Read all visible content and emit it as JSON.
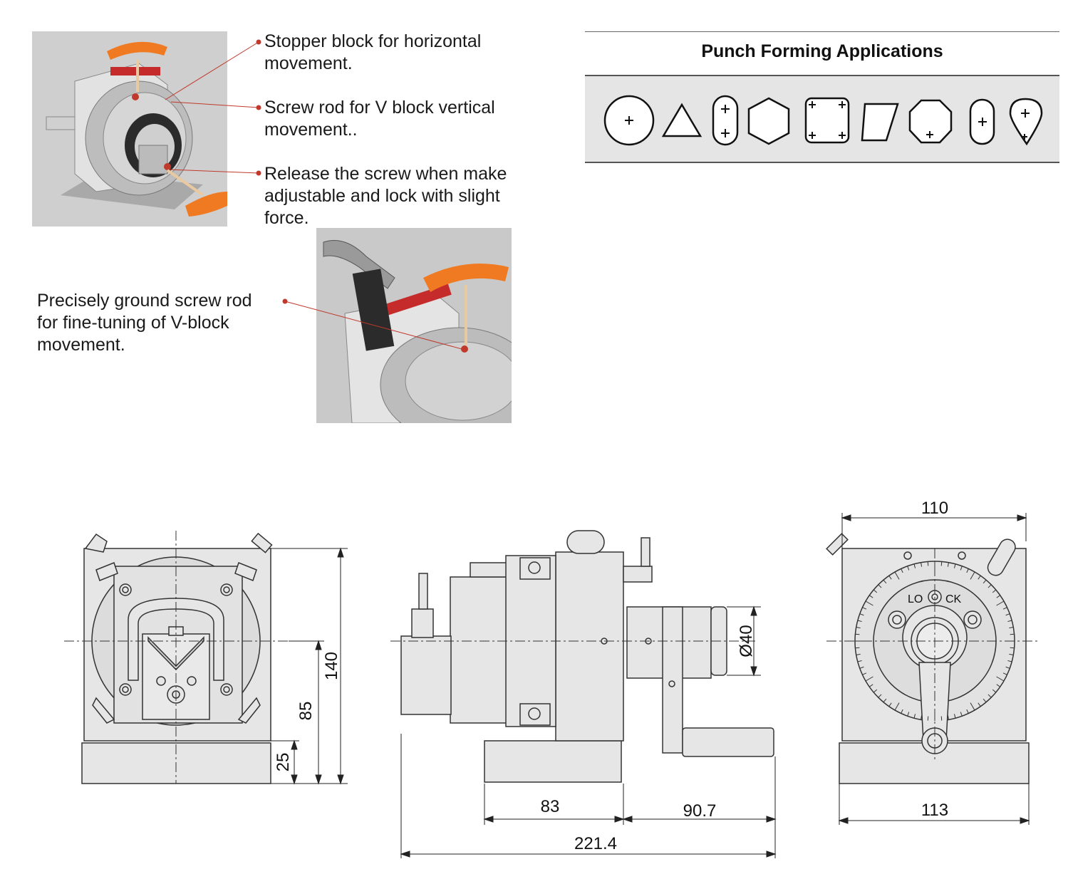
{
  "callouts": {
    "stopper": [
      "Stopper block for horizontal",
      "movement."
    ],
    "screw_rod": [
      "Screw rod for V block vertical",
      "movement.."
    ],
    "release": [
      "Release the screw when make",
      "adjustable and lock with slight",
      "force."
    ],
    "precise": [
      "Precisely ground screw rod",
      "for fine-tuning of V-block",
      "movement."
    ]
  },
  "applications": {
    "title": "Punch Forming Applications",
    "shapes": [
      "circle-icon",
      "triangle-icon",
      "obround-icon",
      "hexagon-icon",
      "rounded-square-icon",
      "trapezoid-icon",
      "octagon-icon",
      "small-obround-icon",
      "teardrop-icon"
    ]
  },
  "drawing": {
    "front": {
      "height_total": "140",
      "height_center": "85",
      "height_base": "25"
    },
    "side": {
      "diameter": "Ø40",
      "len_base": "83",
      "len_handle": "90.7",
      "len_total": "221.4"
    },
    "rear": {
      "width_top": "110",
      "width_base": "113",
      "lock_left": "LO",
      "lock_right": "CK"
    }
  },
  "colors": {
    "accent_red": "#c0392b",
    "drawing_fill": "#e6e6e6",
    "orange": "#f07a22"
  }
}
